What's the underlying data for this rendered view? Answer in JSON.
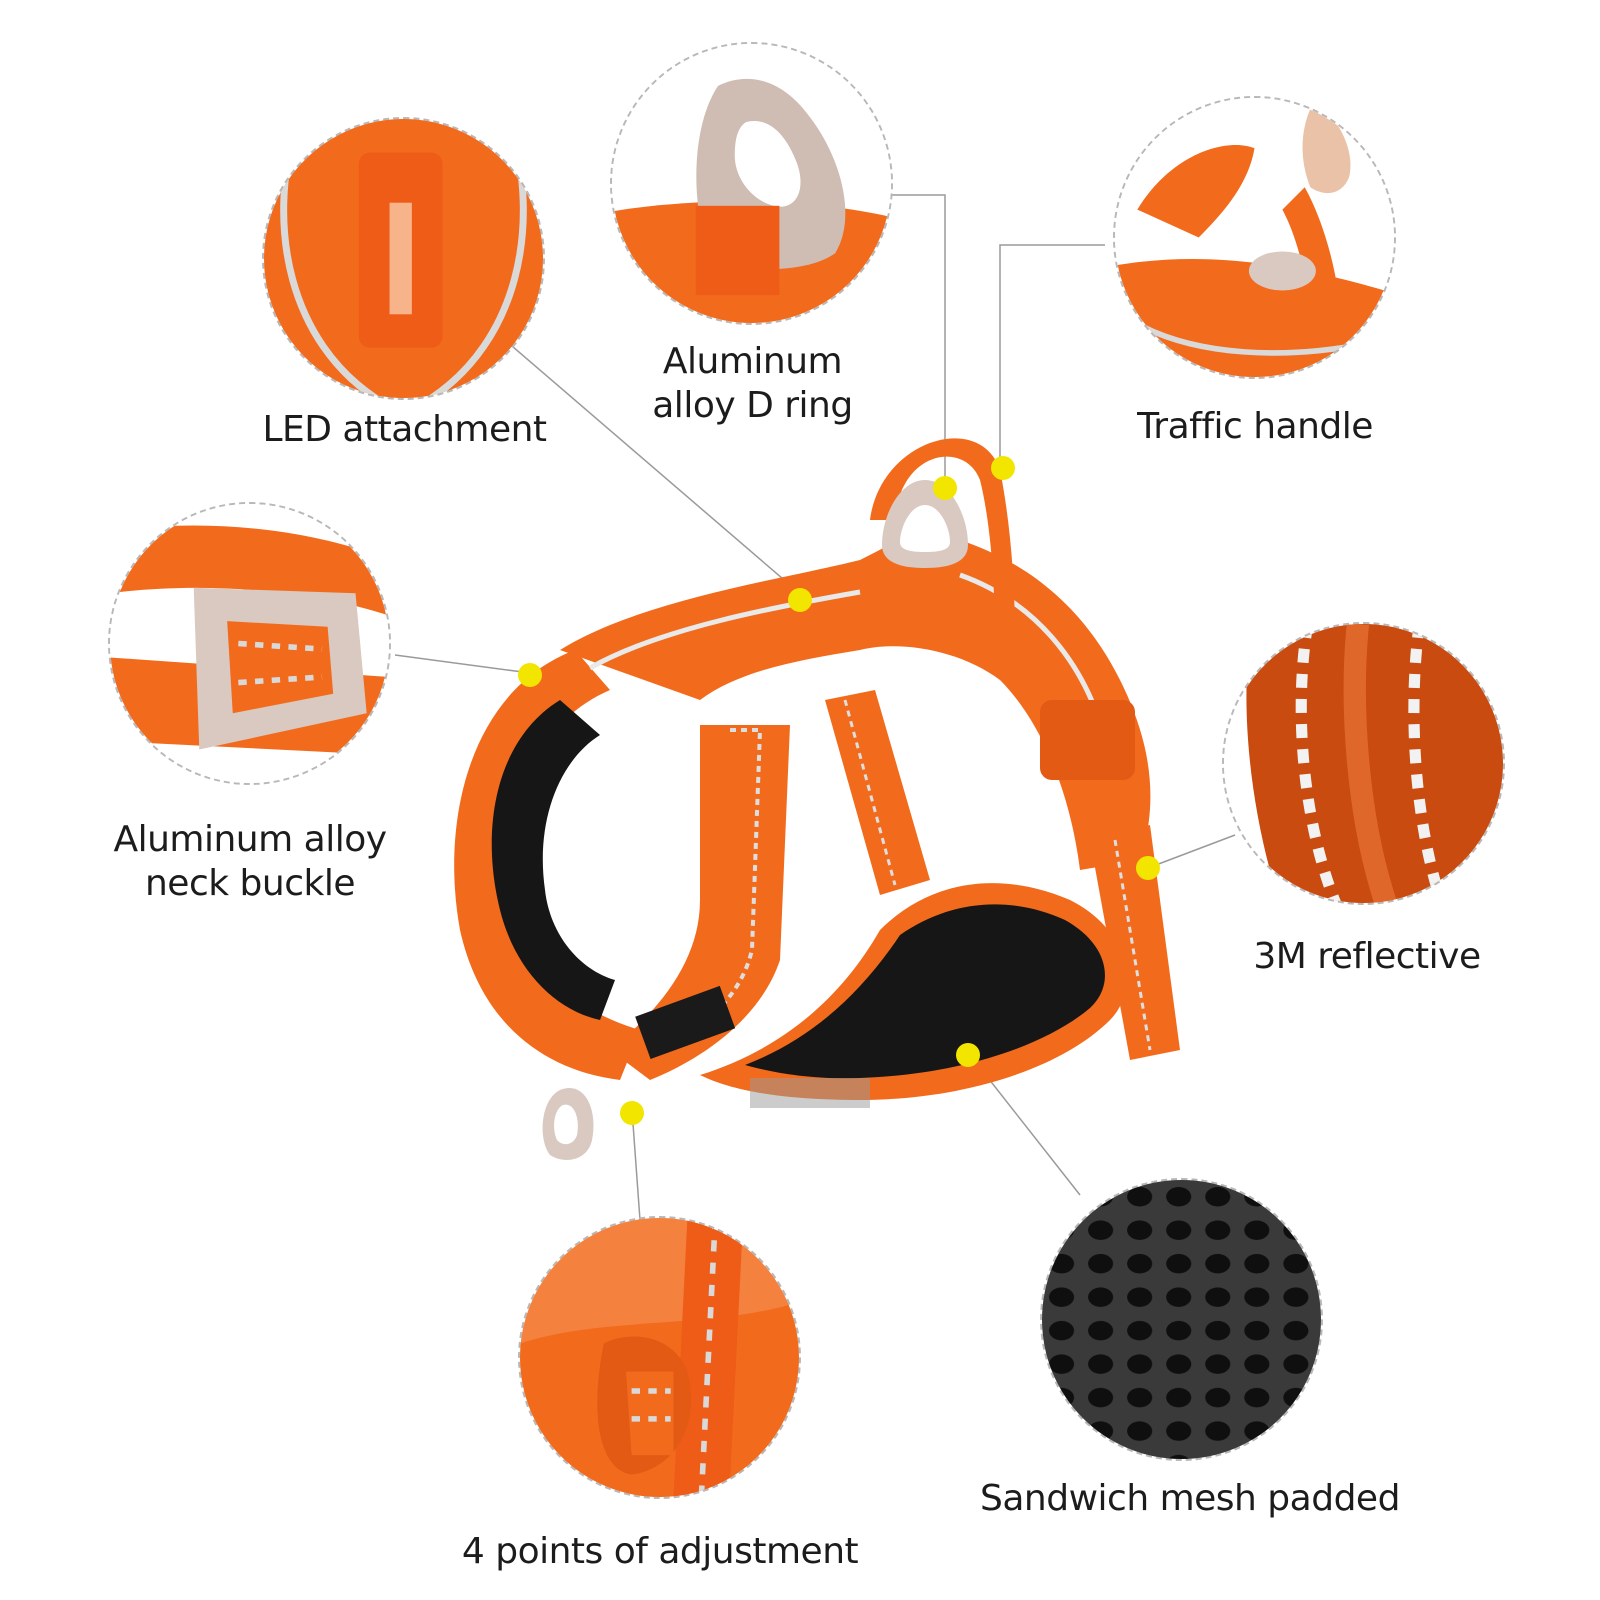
{
  "callouts": {
    "led": "LED attachment",
    "dring": [
      "Aluminum",
      "alloy D ring"
    ],
    "handle": "Traffic handle",
    "buckle": [
      "Aluminum alloy",
      "neck buckle"
    ],
    "reflective": "3M reflective",
    "mesh": "Sandwich mesh padded",
    "adjust": "4 points of adjustment"
  },
  "colors": {
    "orange": "#f26b1d",
    "orange_dark": "#c94b10",
    "black_pad": "#161616",
    "metal": "#d9c9c0",
    "dot": "#f2e600",
    "leader": "#9a9a9a"
  }
}
